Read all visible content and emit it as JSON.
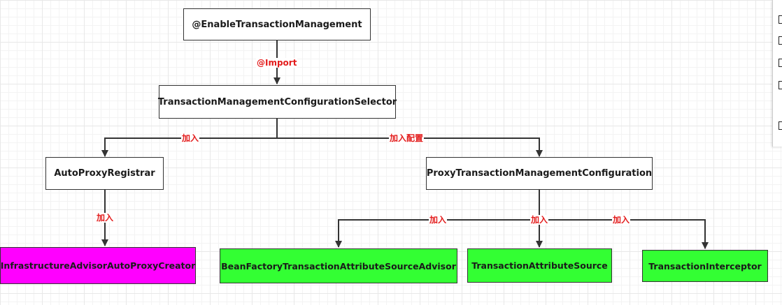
{
  "nodes": {
    "enable": "@EnableTransactionManagement",
    "selector": "TransactionManagementConfigurationSelector",
    "auto_proxy_registrar": "AutoProxyRegistrar",
    "proxy_config": "ProxyTransactionManagementConfiguration",
    "infra_creator": "InfrastructureAdvisorAutoProxyCreator",
    "advisor": "BeanFactoryTransactionAttributeSourceAdvisor",
    "attribute_source": "TransactionAttributeSource",
    "interceptor": "TransactionInterceptor"
  },
  "edge_labels": {
    "import": "@Import",
    "selector_to_registrar": "加入",
    "selector_to_config": "加入配置",
    "registrar_to_creator": "加入",
    "config_to_advisor": "加入",
    "config_to_source": "加入",
    "config_to_interceptor": "加入"
  },
  "colors": {
    "label_red": "#e31c1c",
    "infra_fill": "#ff00ff",
    "bean_fill": "#33ff33",
    "line": "#333333"
  }
}
